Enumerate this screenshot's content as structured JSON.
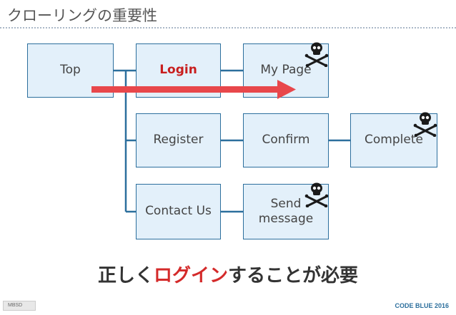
{
  "title": "クローリングの重要性",
  "nodes": {
    "top": "Top",
    "login": "Login",
    "mypage": "My Page",
    "register": "Register",
    "confirm": "Confirm",
    "complete": "Complete",
    "contact": "Contact Us",
    "send": "Send\nmessage"
  },
  "skull_icon": "skull-crossbones-icon",
  "caption": {
    "part1": "正しく",
    "highlight": "ログイン",
    "part2": "することが必要"
  },
  "footer": {
    "left": "MBSD",
    "right": "CODE BLUE 2016"
  },
  "colors": {
    "box_fill": "#e3f0fa",
    "box_border": "#2c6f9d",
    "connector": "#2c6f9d",
    "arrow": "#e8474b",
    "highlight": "#d42a2a"
  }
}
